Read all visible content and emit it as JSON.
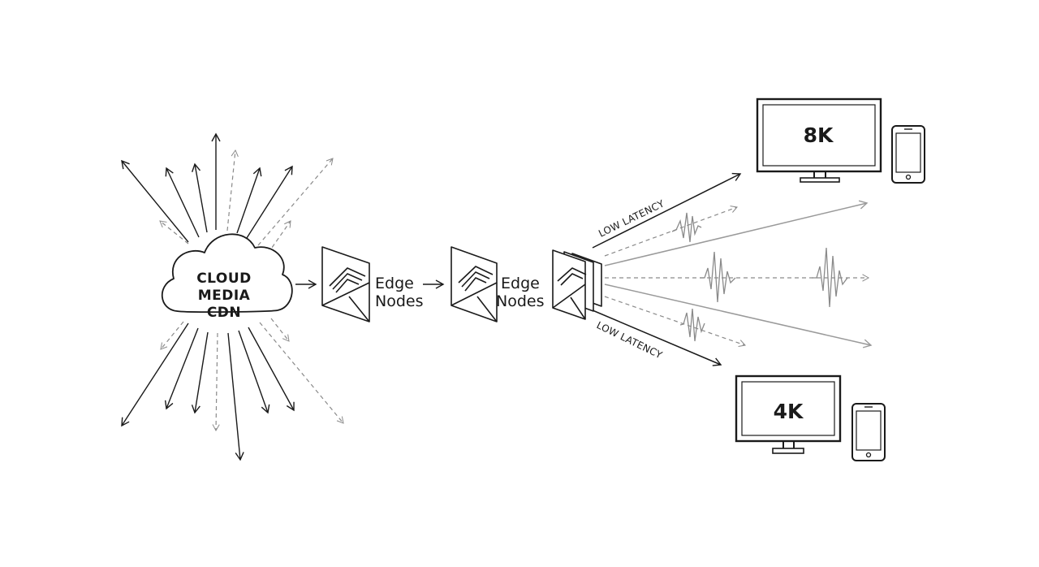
{
  "cloud": {
    "line1": "CLOUD",
    "line2": "MEDIA",
    "line3": "CDN"
  },
  "edge_nodes": [
    {
      "line1": "Edge",
      "line2": "Nodes"
    },
    {
      "line1": "Edge",
      "line2": "Nodes"
    }
  ],
  "links": {
    "upper_label": "LOW LATENCY",
    "lower_label": "LOW LATENCY"
  },
  "devices": {
    "upper_screen_label": "8K",
    "lower_screen_label": "4K"
  },
  "colors": {
    "ink": "#1a1a1a",
    "grey_stroke": "#9a9a9a",
    "dashed_stroke": "#8a8a8a"
  }
}
